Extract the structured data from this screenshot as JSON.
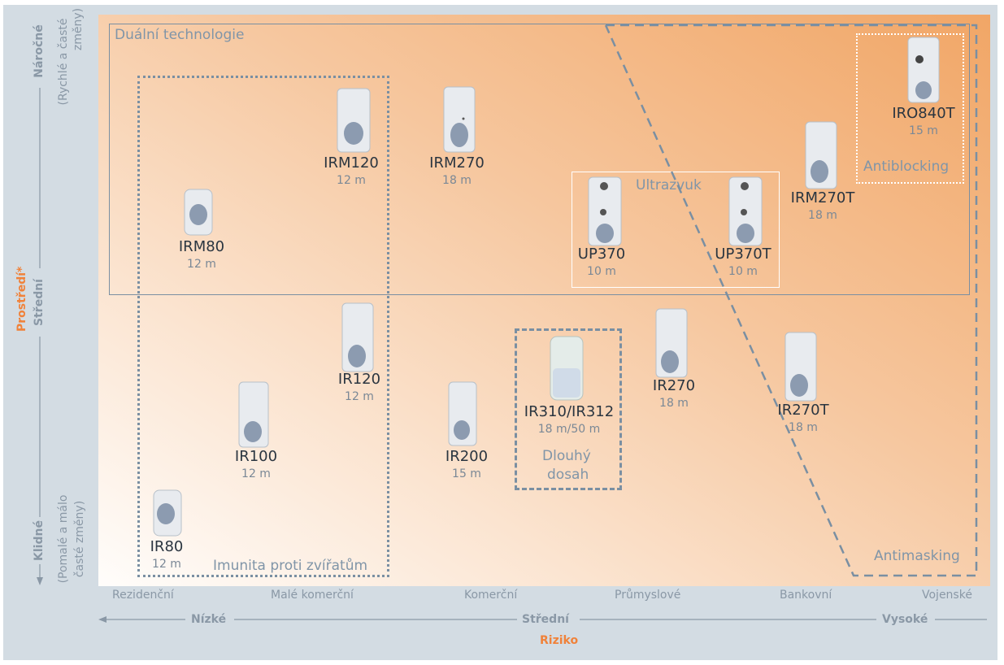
{
  "regions": {
    "dual": "Duální technologie",
    "immunity": "Imunita proti zvířatům",
    "ultrasound": "Ultrazvuk",
    "longrange_1": "Dlouhý",
    "longrange_2": "dosah",
    "antiblocking": "Antiblocking",
    "antimasking": "Antimasking"
  },
  "devices": [
    {
      "name": "IRM120",
      "range": "12 m"
    },
    {
      "name": "IRM270",
      "range": "18 m"
    },
    {
      "name": "IRM80",
      "range": "12 m"
    },
    {
      "name": "UP370",
      "range": "10 m"
    },
    {
      "name": "UP370T",
      "range": "10 m"
    },
    {
      "name": "IRM270T",
      "range": "18 m"
    },
    {
      "name": "IRO840T",
      "range": "15 m"
    },
    {
      "name": "IR120",
      "range": "12 m"
    },
    {
      "name": "IR100",
      "range": "12 m"
    },
    {
      "name": "IR200",
      "range": "15 m"
    },
    {
      "name": "IR310/IR312",
      "range": "18 m/50 m"
    },
    {
      "name": "IR270",
      "range": "18 m"
    },
    {
      "name": "IR270T",
      "range": "18 m"
    },
    {
      "name": "IR80",
      "range": "12 m"
    }
  ],
  "x_axis": {
    "categories": [
      "Rezidenční",
      "Malé komerční",
      "Komerční",
      "Průmyslové",
      "Bankovní",
      "Vojenské"
    ],
    "low": "Nízké",
    "mid": "Střední",
    "high": "Vysoké",
    "title": "Riziko"
  },
  "y_axis": {
    "top": "Náročné",
    "top_sub_1": "(Rychlé a časté",
    "top_sub_2": "změny)",
    "mid": "Střední",
    "title": "Prostředí*",
    "bottom": "Klidné",
    "bottom_sub_1": "(Pomalé a málo",
    "bottom_sub_2": "časté změny)"
  },
  "colors": {
    "axis_title": "#f0823a",
    "region_line": "#7a8fa2",
    "label": "#8095a8"
  }
}
